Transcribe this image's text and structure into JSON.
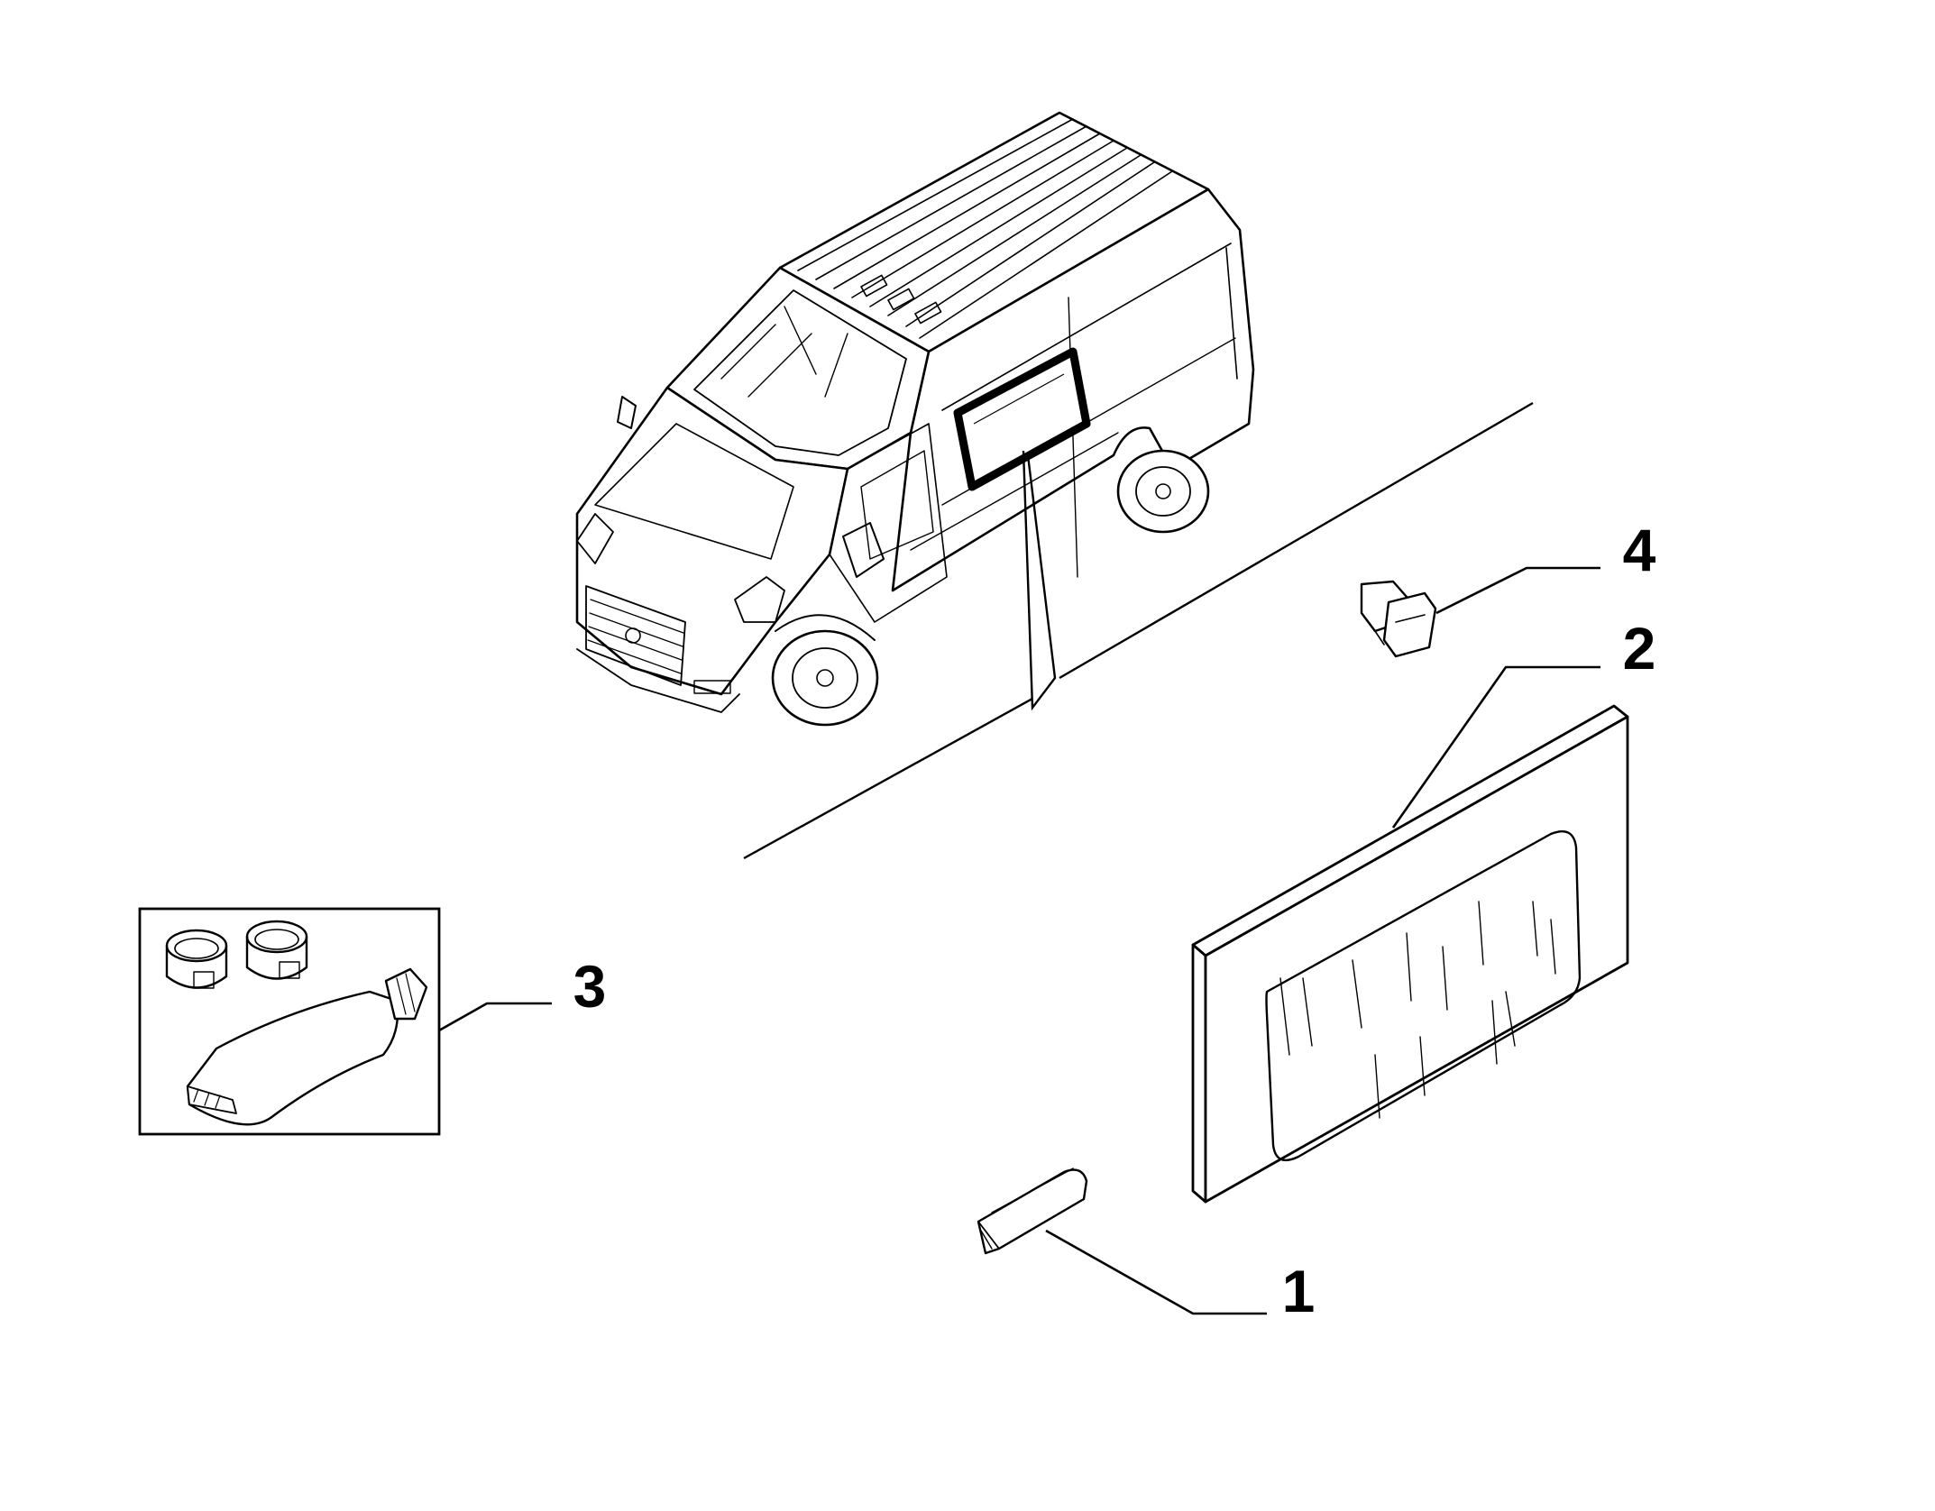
{
  "diagram": {
    "colors": {
      "ink": "#000000",
      "background": "#ffffff"
    },
    "vehicle": {
      "icon": "van-icon",
      "highlighted_part": "side-window-highlight"
    },
    "parts": [
      {
        "id": "part-1",
        "label": "1",
        "icon": "wedge-block-icon"
      },
      {
        "id": "part-2",
        "label": "2",
        "icon": "side-window-glass-icon"
      },
      {
        "id": "part-3",
        "label": "3",
        "icon": "adhesive-kit-icon"
      },
      {
        "id": "part-4",
        "label": "4",
        "icon": "clip-fastener-icon"
      }
    ]
  }
}
